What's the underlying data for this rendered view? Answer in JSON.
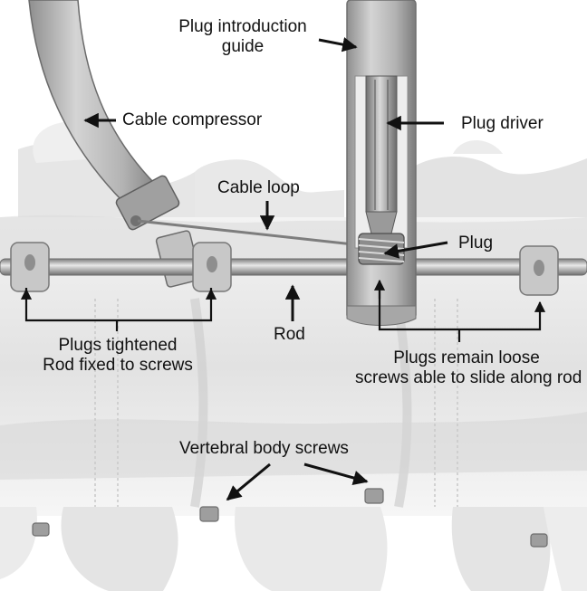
{
  "labels": {
    "plug_introduction_guide": [
      "Plug introduction",
      "guide"
    ],
    "cable_compressor": "Cable compressor",
    "plug_driver": "Plug driver",
    "cable_loop": "Cable loop",
    "plug": "Plug",
    "rod": "Rod",
    "plugs_tightened": [
      "Plugs tightened",
      "Rod fixed to screws"
    ],
    "plugs_remain_loose": [
      "Plugs remain loose",
      "screws able to slide along rod"
    ],
    "vertebral_body_screws": "Vertebral body screws"
  },
  "colors": {
    "bone": "#e4e4e4",
    "bone_shadow": "#c2c2c2",
    "metal": "#b9b9b9",
    "metal_dark": "#8a8a8a",
    "ink": "#111111"
  }
}
